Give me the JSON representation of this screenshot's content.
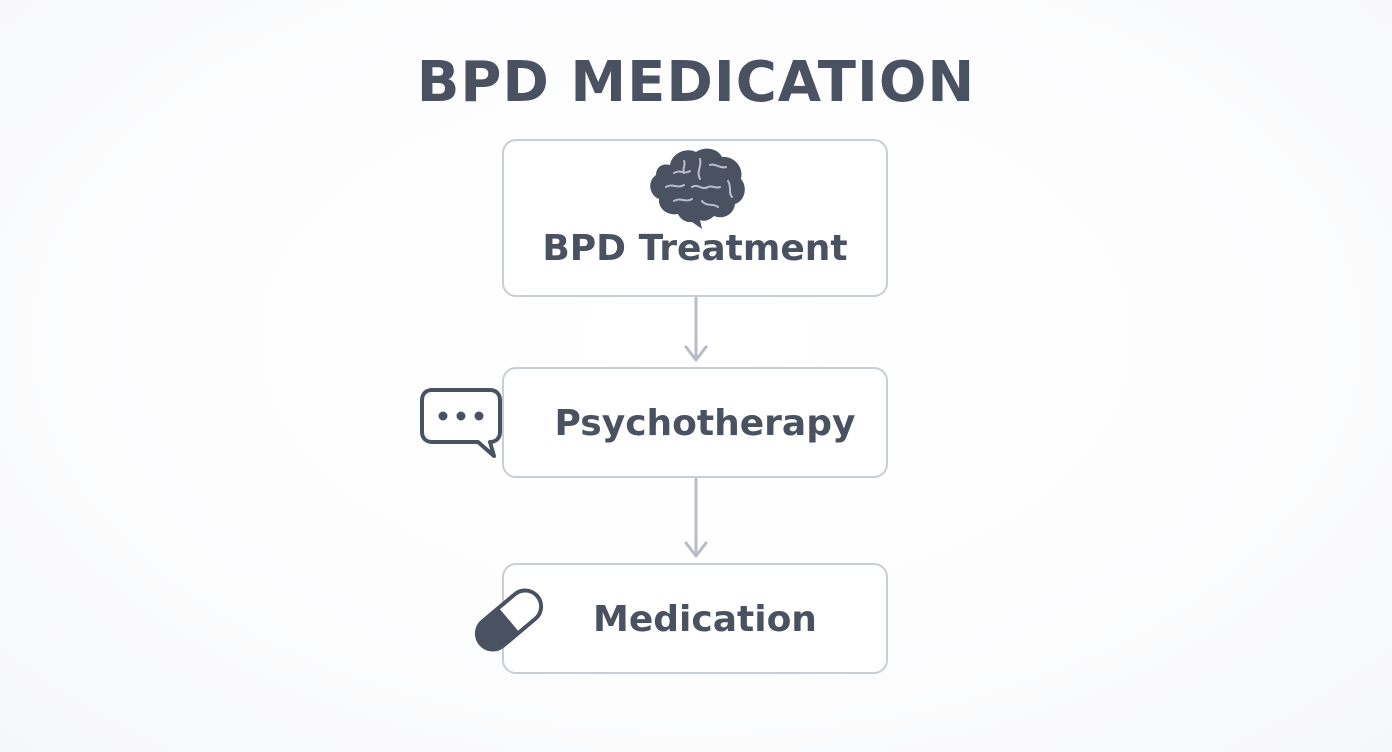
{
  "diagram": {
    "title": "BPD MEDICATION",
    "nodes": [
      {
        "id": "treatment",
        "label": "BPD Treatment",
        "icon": "brain-icon"
      },
      {
        "id": "psychotherapy",
        "label": "Psychotherapy",
        "icon": "chat-bubble-icon"
      },
      {
        "id": "medication",
        "label": "Medication",
        "icon": "pill-capsule-icon"
      }
    ],
    "edges": [
      {
        "from": "treatment",
        "to": "psychotherapy"
      },
      {
        "from": "psychotherapy",
        "to": "medication"
      }
    ],
    "colors": {
      "text": "#4a5262",
      "border": "#c9cdd6",
      "arrow": "#b7bcc7",
      "icon": "#4a5262"
    }
  }
}
